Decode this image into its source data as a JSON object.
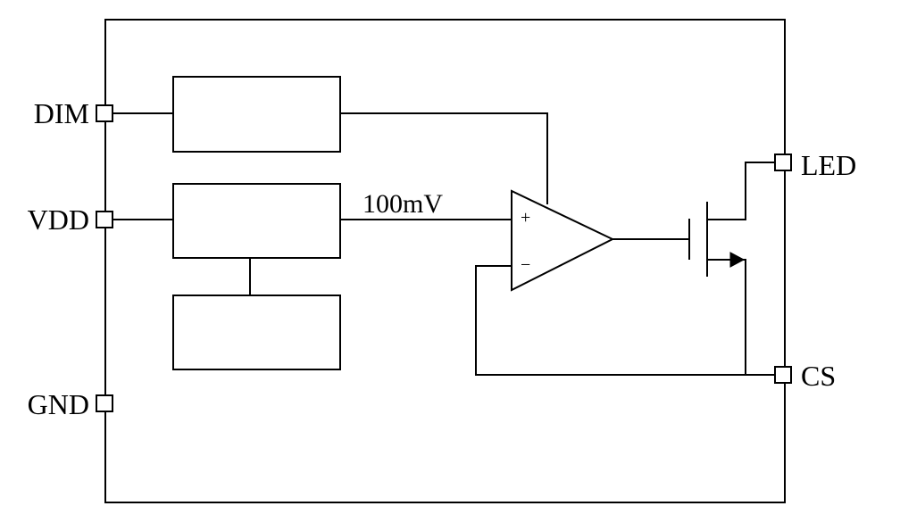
{
  "pins": {
    "dim": "DIM",
    "vdd": "VDD",
    "gnd": "GND",
    "led": "LED",
    "cs": "CS"
  },
  "signals": {
    "reference": "100mV"
  },
  "comparator": {
    "plus": "+",
    "minus": "−"
  },
  "colors": {
    "line": "#000000",
    "background": "#ffffff"
  }
}
